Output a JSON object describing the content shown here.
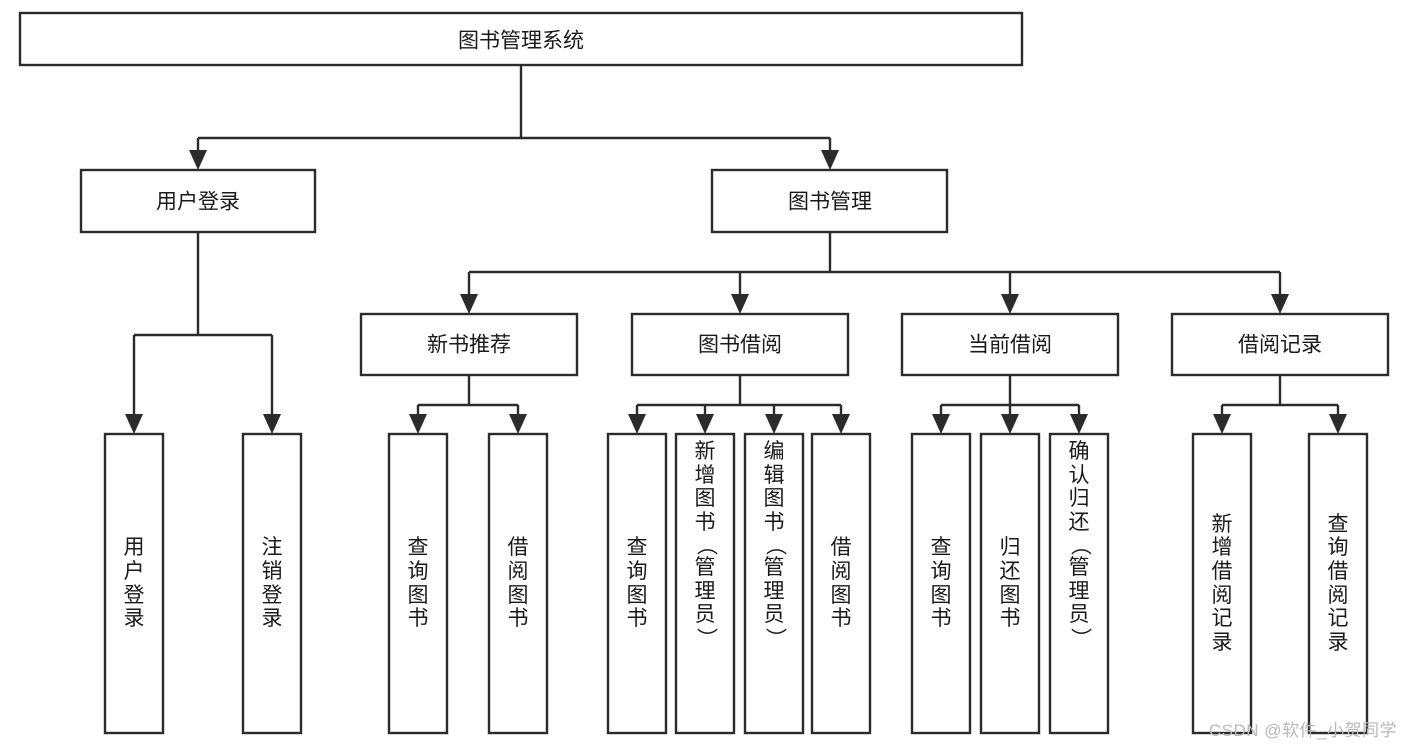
{
  "diagram": {
    "type": "tree-hierarchy-chart",
    "title": "图书管理系统",
    "watermark": "CSDN @软件_小贺同学",
    "colors": {
      "stroke": "#2b2b2b",
      "box_fill": "#ffffff",
      "text": "#1a1a1a",
      "watermark": "#b9b9b9",
      "background": "#ffffff"
    },
    "root": {
      "label": "图书管理系统"
    },
    "level2": [
      {
        "label": "用户登录"
      },
      {
        "label": "图书管理"
      }
    ],
    "level3": [
      {
        "label": "新书推荐"
      },
      {
        "label": "图书借阅"
      },
      {
        "label": "当前借阅"
      },
      {
        "label": "借阅记录"
      }
    ],
    "leaves": {
      "user_login": [
        {
          "label": "用户登录"
        },
        {
          "label": "注销登录"
        }
      ],
      "new_book_recommend": [
        {
          "label": "查询图书"
        },
        {
          "label": "借阅图书"
        }
      ],
      "book_borrow": [
        {
          "label": "查询图书"
        },
        {
          "label": "新增图书（管理员）"
        },
        {
          "label": "编辑图书（管理员）"
        },
        {
          "label": "借阅图书"
        }
      ],
      "current_borrow": [
        {
          "label": "查询图书"
        },
        {
          "label": "归还图书"
        },
        {
          "label": "确认归还（管理员）"
        }
      ],
      "borrow_record": [
        {
          "label": "新增借阅记录"
        },
        {
          "label": "查询借阅记录"
        }
      ]
    }
  }
}
